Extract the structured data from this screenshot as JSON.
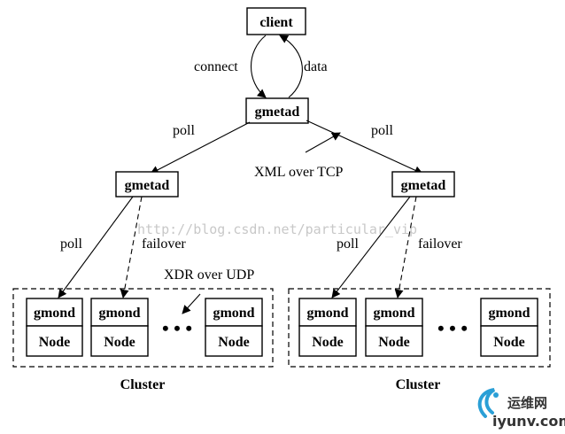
{
  "nodes": {
    "client": "client",
    "gmetad_top": "gmetad",
    "gmetad_left": "gmetad",
    "gmetad_right": "gmetad",
    "gmond": "gmond",
    "node": "Node"
  },
  "edge_labels": {
    "connect": "connect",
    "data": "data",
    "poll": "poll",
    "failover": "failover"
  },
  "annotations": {
    "xml_over_tcp": "XML over TCP",
    "xdr_over_udp": "XDR over UDP",
    "ellipsis": "• • •"
  },
  "clusters": {
    "left": "Cluster",
    "right": "Cluster"
  },
  "watermark": "http://blog.csdn.net/particular_vip",
  "logo": {
    "cn": "运维网",
    "en": "iyunv.com",
    "color": "#2a9fd6"
  }
}
